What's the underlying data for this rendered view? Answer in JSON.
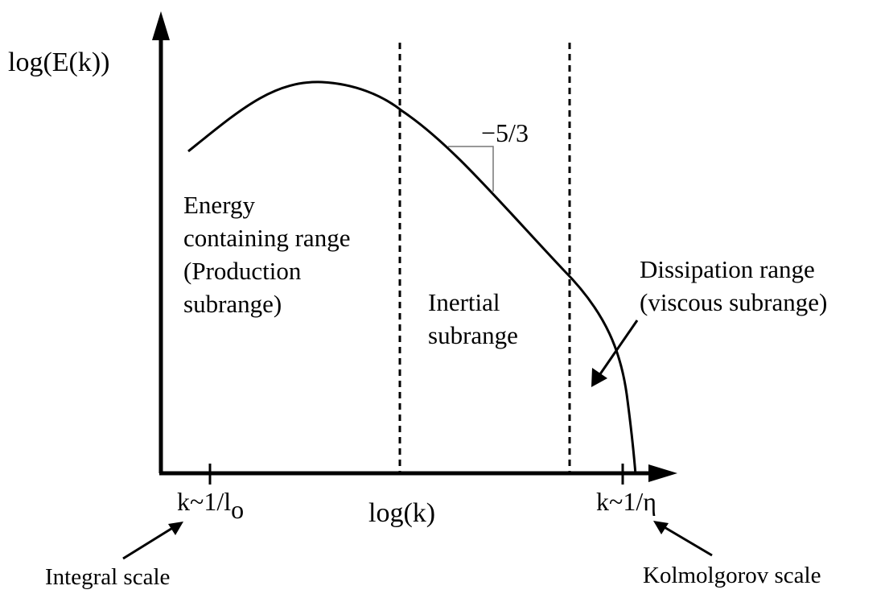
{
  "figure": {
    "y_axis_label": "log(E(k))",
    "x_axis_label": "log(k)",
    "slope_label": "−5/3",
    "tick_integral": {
      "main": "k~1/l",
      "sub": "o"
    },
    "tick_kolmogorov": "k~1/η",
    "region_energy": [
      "Energy",
      "containing range",
      "(Production",
      "subrange)"
    ],
    "region_inertial": [
      "Inertial",
      "subrange"
    ],
    "region_dissipation": [
      "Dissipation range",
      "(viscous subrange)"
    ],
    "integral_scale": "Integral scale",
    "kolmogorov_scale": "Kolmolgorov scale"
  }
}
